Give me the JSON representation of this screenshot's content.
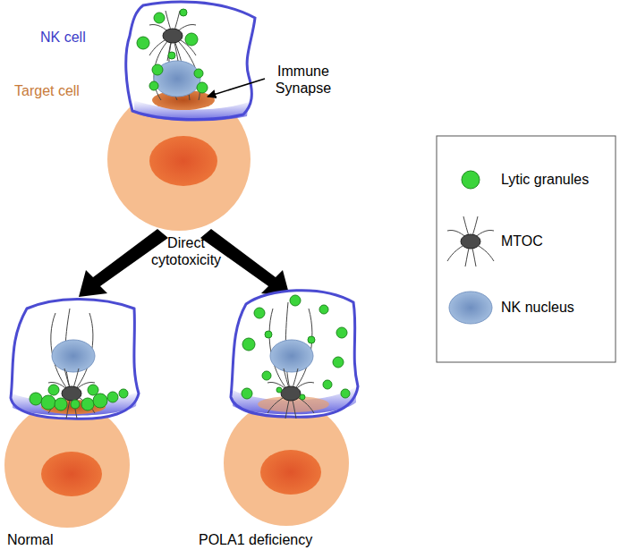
{
  "diagram": {
    "labels": [
      "NK cell",
      "Target cell",
      "Immune Synapse",
      "Direct cytotoxicity",
      "Normal",
      "POLA1 deficiency"
    ],
    "legend": [
      {
        "text": "Lytic granules"
      },
      {
        "text": "MTOC"
      },
      {
        "text": "NK nucleus"
      }
    ]
  }
}
